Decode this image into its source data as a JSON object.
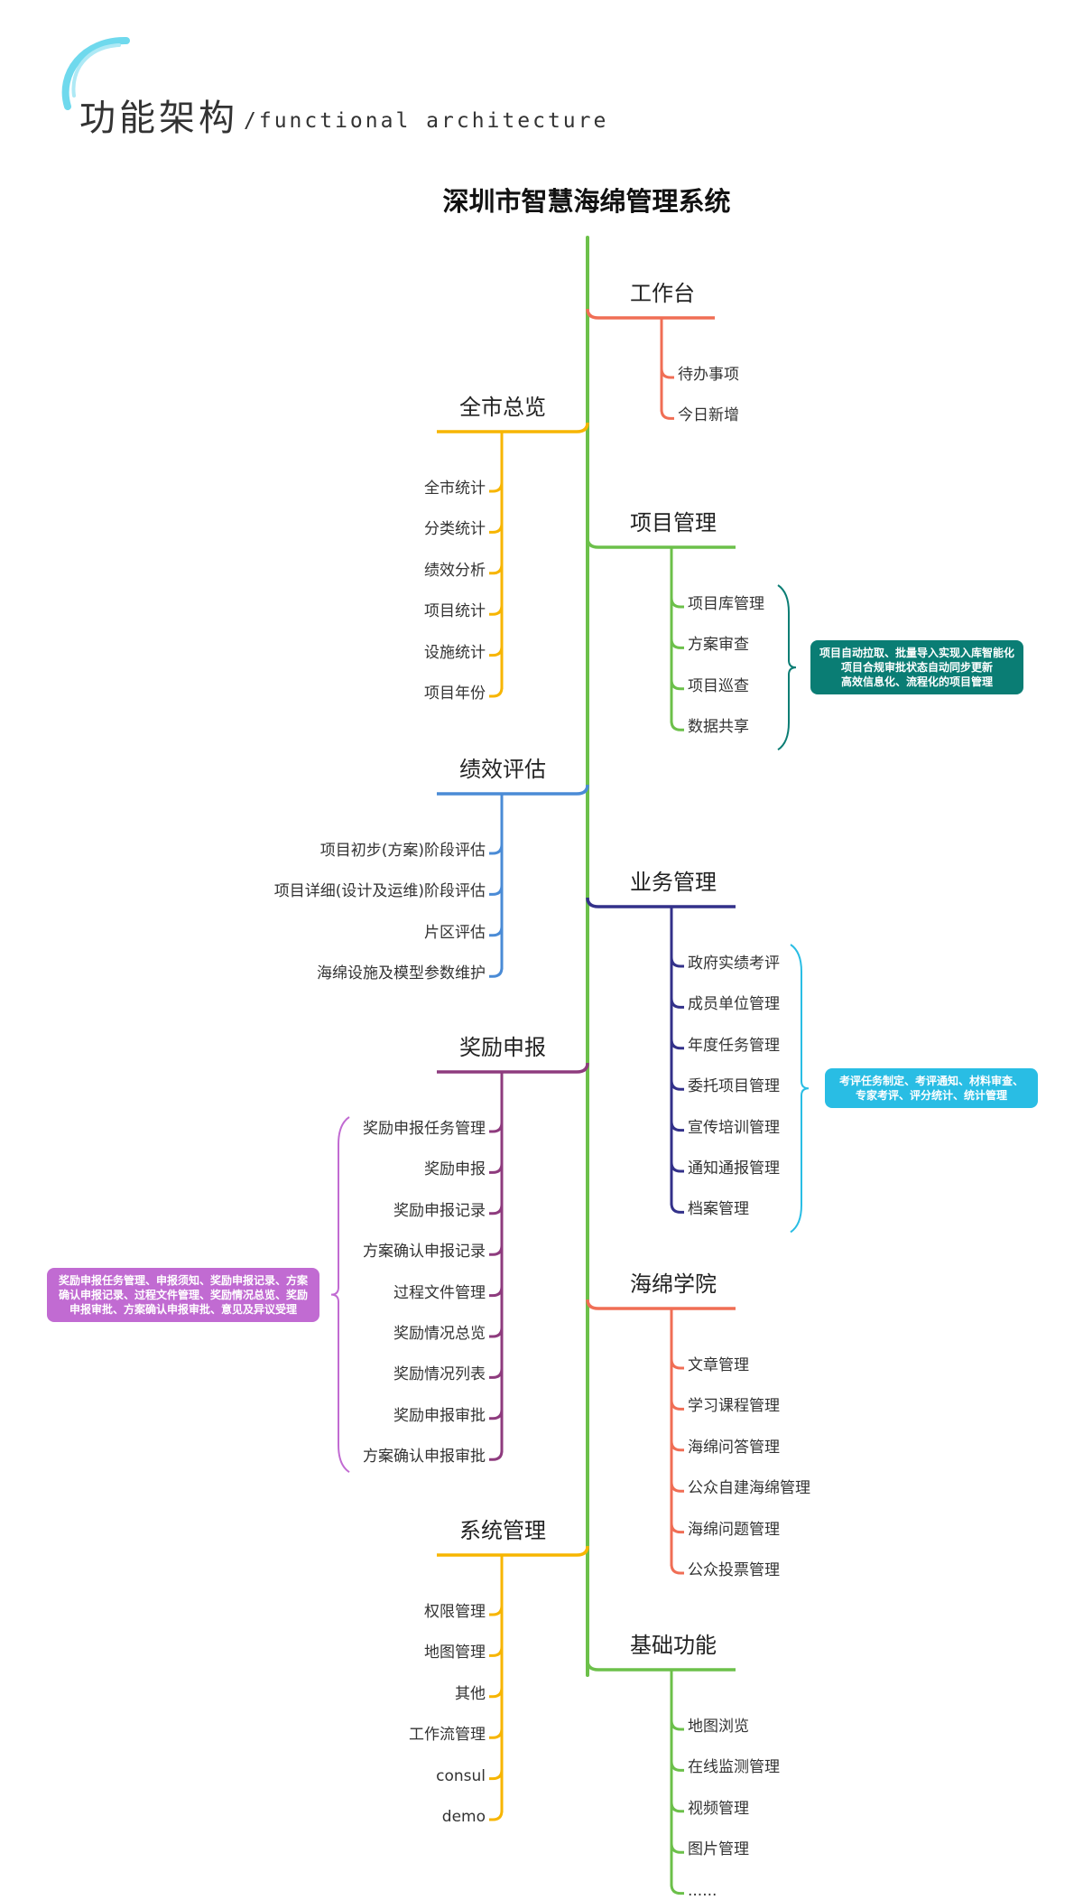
{
  "header": {
    "title": "功能架构",
    "subtitle": "/functional architecture"
  },
  "root": {
    "title": "深圳市智慧海绵管理系统"
  },
  "colors": {
    "trunk": "#6cc04a",
    "logo": "#56d2ea"
  },
  "branches": [
    {
      "id": "workbench",
      "label": "工作台",
      "side": "right",
      "color": "#f06e55",
      "items": [
        "待办事项",
        "今日新增"
      ]
    },
    {
      "id": "overview",
      "label": "全市总览",
      "side": "left",
      "color": "#f7b500",
      "items": [
        "全市统计",
        "分类统计",
        "绩效分析",
        "项目统计",
        "设施统计",
        "项目年份"
      ]
    },
    {
      "id": "project",
      "label": "项目管理",
      "side": "right",
      "color": "#6cc04a",
      "items": [
        "项目库管理",
        "方案审查",
        "项目巡查",
        "数据共享"
      ],
      "callout": {
        "color": "#0a7d74",
        "bracket": "#0a7d74",
        "lines": [
          "项目自动拉取、批量导入实现入库智能化",
          "项目合规审批状态自动同步更新",
          "高效信息化、流程化的项目管理"
        ]
      }
    },
    {
      "id": "performance",
      "label": "绩效评估",
      "side": "left",
      "color": "#4a8bd6",
      "items": [
        "项目初步(方案)阶段评估",
        "项目详细(设计及运维)阶段评估",
        "片区评估",
        "海绵设施及模型参数维护"
      ]
    },
    {
      "id": "business",
      "label": "业务管理",
      "side": "right",
      "color": "#33318a",
      "items": [
        "政府实绩考评",
        "成员单位管理",
        "年度任务管理",
        "委托项目管理",
        "宣传培训管理",
        "通知通报管理",
        "档案管理"
      ],
      "callout": {
        "color": "#29bde4",
        "bracket": "#29bde4",
        "lines": [
          "考评任务制定、考评通知、材料审查、",
          "专家考评、评分统计、统计管理"
        ]
      }
    },
    {
      "id": "reward",
      "label": "奖励申报",
      "side": "left",
      "color": "#8e3b7e",
      "items": [
        "奖励申报任务管理",
        "奖励申报",
        "奖励申报记录",
        "方案确认申报记录",
        "过程文件管理",
        "奖励情况总览",
        "奖励情况列表",
        "奖励申报审批",
        "方案确认申报审批"
      ],
      "callout": {
        "color": "#c16bd2",
        "bracket": "#c16bd2",
        "lines": [
          "奖励申报任务管理、申报须知、奖励申报记录、方案",
          "确认申报记录、过程文件管理、奖励情况总览、奖励",
          "申报审批、方案确认申报审批、意见及异议受理"
        ]
      }
    },
    {
      "id": "academy",
      "label": "海绵学院",
      "side": "right",
      "color": "#f06e55",
      "items": [
        "文章管理",
        "学习课程管理",
        "海绵问答管理",
        "公众自建海绵管理",
        "海绵问题管理",
        "公众投票管理"
      ]
    },
    {
      "id": "system",
      "label": "系统管理",
      "side": "left",
      "color": "#f7b500",
      "items": [
        "权限管理",
        "地图管理",
        "其他",
        "工作流管理",
        "consul",
        "demo"
      ]
    },
    {
      "id": "basic",
      "label": "基础功能",
      "side": "right",
      "color": "#6cc04a",
      "items": [
        "地图浏览",
        "在线监测管理",
        "视频管理",
        "图片管理",
        "......"
      ]
    }
  ]
}
